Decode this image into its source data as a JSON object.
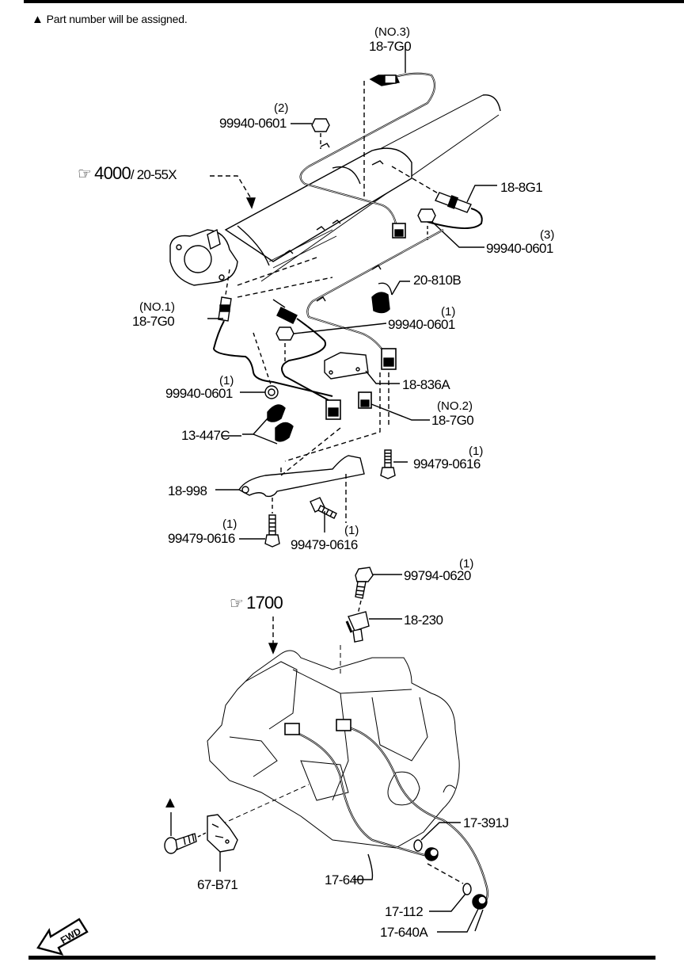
{
  "diagram": {
    "note": {
      "symbol": "▲",
      "text": "Part number will be assigned."
    },
    "references": [
      {
        "id": "ref-4000",
        "icon": "pointing-hand-icon",
        "glyph": "☞",
        "text": "4000",
        "suffix": "/ 20-55X"
      },
      {
        "id": "ref-1700",
        "icon": "pointing-hand-icon",
        "glyph": "☞",
        "text": "1700"
      }
    ],
    "callouts": {
      "no3_sensor": {
        "qualifier": "(NO.3)",
        "part": "18-7G0"
      },
      "nut_top": {
        "qty": "(2)",
        "part": "99940-0601"
      },
      "sensor_rear": {
        "part": "18-8G1"
      },
      "nut_right": {
        "qty": "(3)",
        "part": "99940-0601"
      },
      "bracket_20810b": {
        "part": "20-810B"
      },
      "no1_sensor": {
        "qualifier": "(NO.1)",
        "part": "18-7G0"
      },
      "nut_mid": {
        "qty": "(1)",
        "part": "99940-0601"
      },
      "bracket_18836a": {
        "part": "18-836A"
      },
      "nut_left": {
        "qty": "(1)",
        "part": "99940-0601"
      },
      "no2_sensor": {
        "qualifier": "(NO.2)",
        "part": "18-7G0"
      },
      "clip": {
        "part": "13-447C"
      },
      "bolt_right": {
        "qty": "(1)",
        "part": "99479-0616"
      },
      "bracket_18998": {
        "part": "18-998"
      },
      "bolt_left": {
        "qty": "(1)",
        "part": "99479-0616"
      },
      "bolt_center": {
        "qty": "(1)",
        "part": "99479-0616"
      },
      "bolt_top_trans": {
        "qty": "(1)",
        "part": "99794-0620"
      },
      "sensor_18230": {
        "part": "18-230"
      },
      "oring": {
        "part": "17-391J"
      },
      "harness": {
        "part": "17-640"
      },
      "gasket": {
        "part": "17-112"
      },
      "sensor_17640a": {
        "part": "17-640A"
      },
      "bracket_67b71": {
        "part": "67-B71"
      }
    },
    "assign_marker": "▲",
    "fwd_label": "FWD"
  }
}
